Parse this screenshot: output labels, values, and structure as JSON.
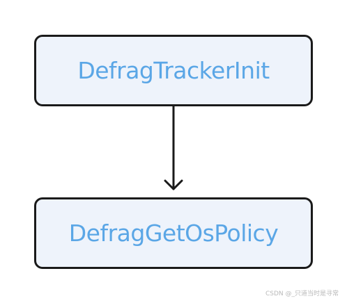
{
  "diagram": {
    "nodes": [
      {
        "id": "defrag-tracker-init",
        "label": "DefragTrackerInit"
      },
      {
        "id": "defrag-get-os-policy",
        "label": "DefragGetOsPolicy"
      }
    ],
    "edges": [
      {
        "from": "defrag-tracker-init",
        "to": "defrag-get-os-policy",
        "style": "arrow"
      }
    ],
    "colors": {
      "node_fill": "#eef3fb",
      "node_border": "#1a1a1a",
      "node_text": "#5aa6e6",
      "edge": "#1a1a1a"
    }
  },
  "watermark": "CSDN @_只道当时是寻常"
}
